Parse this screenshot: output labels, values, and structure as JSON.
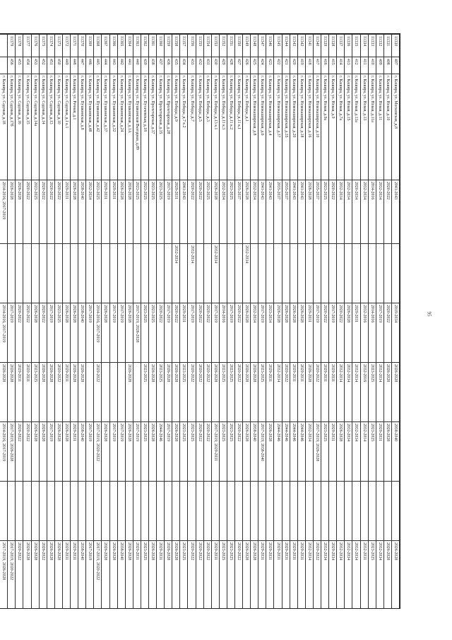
{
  "page_number": "95",
  "rows": [
    [
      "11330",
      "407",
      "г. Кашира, ул. Московская, д.8",
      "2041-2043",
      "",
      "2019-2034",
      "2026-2028",
      "2038-2040",
      "",
      "2026-2028"
    ],
    [
      "11331",
      "408",
      "г. Кашира, ул. Новая, д.10",
      "2020-2022",
      "",
      "2020-2022",
      "2026-2028",
      "2026-2028",
      "",
      "2026-2028"
    ],
    [
      "11332",
      "409",
      "г. Кашира, ул. Новая, д.11",
      "2032-2034",
      "",
      "2017-2019",
      "2032-2034",
      "2029-2031",
      "",
      "2032-2034"
    ],
    [
      "11333",
      "410",
      "г. Кашира, ул. Новая, д.11а",
      "2014-2016",
      "",
      "2014-2016",
      "2023-2025",
      "2023-2025",
      "",
      "2023-2025"
    ],
    [
      "11334",
      "411",
      "г. Кашира, ул. Новая, д.13",
      "2032-2034",
      "",
      "2032-2016",
      "2032-2016",
      "2032-2014",
      "",
      "2032-2031"
    ],
    [
      "11335",
      "412",
      "г. Кашира, ул. Новая, д.13а",
      "2020-2034",
      "",
      "2029-2031",
      "2032-2034",
      "2032-2034",
      "",
      "2032-2034"
    ],
    [
      "11336",
      "413",
      "г. Кашира, ул. Новая, д.15",
      "2032-2034",
      "",
      "2026-2028",
      "2032-2034",
      "2032-2034",
      "",
      "2032-2034"
    ],
    [
      "11337",
      "414",
      "г. Кашира, ул. Новая, д.7а",
      "2032-2034",
      "",
      "2020-2022",
      "2032-2034",
      "2026-2028",
      "",
      "2032-2034"
    ],
    [
      "11338",
      "415",
      "г. Кашира, ул. Новая, д.9",
      "2020-2022",
      "",
      "2017-2019",
      "2029-2031",
      "2029-2031",
      "",
      "2029-2034"
    ],
    [
      "11339",
      "416",
      "г. Кашира, ул. Новая, д.9а",
      "2023-2025",
      "",
      "2020-2022",
      "2029-2031",
      "2023-2025",
      "",
      "2032-2034"
    ],
    [
      "11340",
      "417",
      "г. Кашира, ул. Новокаширская, д.10",
      "2035-2037",
      "",
      "2017-2019",
      "2020-2022",
      "2017-2019, 2026-2028",
      "",
      "2020-2022"
    ],
    [
      "11341",
      "418",
      "г. Кашира, ул. Новокаширская, д.16",
      "2026-2028",
      "",
      "2029-2031",
      "2026-2028",
      "2032-2034",
      "",
      "2032-2034"
    ],
    [
      "11342",
      "419",
      "г. Кашира, ул. Новокаширская, д.18",
      "2041-2043",
      "",
      "2026-2028",
      "2029-2031",
      "2044-2046",
      "",
      "2029-2031"
    ],
    [
      "11343",
      "420",
      "г. Кашира, ул. Новокаширская, д.20",
      "2041-2043",
      "",
      "2026-2028",
      "2029-2031",
      "2044-2046",
      "",
      "2029-2031"
    ],
    [
      "11344",
      "421",
      "г. Кашира, ул. Новокаширская, д.35",
      "2035-2037",
      "",
      "2026-2028",
      "2020-2022",
      "2044-2046",
      "",
      "2029-2031"
    ],
    [
      "11345",
      "422",
      "г. Кашира, ул. Новокаширская, д.37",
      "2035-2037",
      "",
      "2026-2028",
      "2032-2034",
      "2044-2046",
      "",
      "2029-2031"
    ],
    [
      "11346",
      "423",
      "г. Кашира, ул. Новокаширская, д.4",
      "2041-2043",
      "",
      "2023-2034",
      "2029-2031",
      "2026-2028",
      "",
      "2029-2031"
    ],
    [
      "11347",
      "424",
      "г. Кашира, ул. Новокаширская, д.6",
      "2041-2043",
      "",
      "2017-2019",
      "2023-2025",
      "2017-2019, 2038-2040",
      "",
      "2029-2031"
    ],
    [
      "11348",
      "425",
      "г. Кашира, ул. Новокаширская, д.8",
      "2032-2034",
      "",
      "2032-2034",
      "2026-2028",
      "2038-2040",
      "",
      "2026-2028"
    ],
    [
      "11349",
      "426",
      "г. Кашира, ул. Победы, д.1",
      "2026-2028",
      "2032-2034",
      "2026-2028",
      "2026-2028",
      "2026-2028",
      "",
      "2026-2028"
    ],
    [
      "11350",
      "427",
      "г. Кашира, ул. Победы, д.11 к.1",
      "2035-2037",
      "",
      "2020-2022",
      "2020-2022",
      "2020-2022",
      "",
      "2020-2022"
    ],
    [
      "11351",
      "428",
      "г. Кашира, ул. Победы, д.11 к.2",
      "2023-2025",
      "",
      "2017-2019",
      "2023-2025",
      "2023-2025",
      "",
      "2023-2025"
    ],
    [
      "11352",
      "429",
      "г. Кашира, ул. Победы, д.11 к.3",
      "2032-2034",
      "",
      "2014-2016",
      "2023-2025",
      "2023-2025",
      "",
      "2023-2025"
    ],
    [
      "11353",
      "430",
      "г. Кашира, ул. Победы, д.13 к.1",
      "2026-2028",
      "2032-2034",
      "2017-2019",
      "2026-2028",
      "2017-2019, 2029-2031",
      "",
      "2029-2031"
    ],
    [
      "11354",
      "431",
      "г. Кашира, ул. Победы, д.3",
      "2023-2025",
      "",
      "2020-2022",
      "2020-2022",
      "2020-2022",
      "",
      "2020-2022"
    ],
    [
      "11355",
      "432",
      "г. Кашира, ул. Победы, д.5",
      "2020-2022",
      "",
      "2020-2022",
      "2020-2022",
      "2020-2022",
      "",
      "2020-2022"
    ],
    [
      "11356",
      "433",
      "г. Кашира, ул. Победы, д.7",
      "2020-2022",
      "2032-2034",
      "2017-2019",
      "2020-2022",
      "2023-2025",
      "",
      "2020-2022"
    ],
    [
      "11357",
      "434",
      "г. Кашира, ул. Победы, д.7 к.2",
      "2041-2043",
      "",
      "2029-2031",
      "2023-2025",
      "2023-2025",
      "",
      "2023-2025"
    ],
    [
      "11358",
      "435",
      "г. Кашира, ул. Победы, д.9",
      "2029-2031",
      "2032-2034",
      "2020-2022",
      "2026-2028",
      "2026-2028",
      "",
      "2026-2028"
    ],
    [
      "11359",
      "436",
      "г. Кашира, ул. Пролетарская, д.28",
      "2017-2019",
      "",
      "2017-2019",
      "2026-2028",
      "2017-2019",
      "",
      "2026-2028"
    ],
    [
      "11360",
      "437",
      "г. Кашира, ул. Пролетарская, д.35",
      "2023-2025",
      "",
      "2020-2022",
      "2023-2025",
      "2044-2046",
      "",
      "2029-2031"
    ],
    [
      "11361",
      "438",
      "г. Кашира, ул. Пролетарская, д.37",
      "2023-2025",
      "",
      "2023-2025",
      "2026-2028",
      "2026-2028",
      "",
      "2026-2028"
    ],
    [
      "11362",
      "439",
      "г. Кашира, ул. Пугачевская, д.18",
      "2023-2025",
      "",
      "2023-2025",
      "2023-2025",
      "2023-2025",
      "",
      "2023-2025"
    ],
    [
      "11363",
      "440",
      "г. Кашира, ул. Пушкинская Выездная, д.89",
      "2023-2025",
      "",
      "2017-2019, 2026-2028",
      "",
      "2017-2019",
      "",
      "2029-2031"
    ],
    [
      "11364",
      "441",
      "г. Кашира, ул. Пушкинская, д.1А",
      "2026-2028",
      "",
      "2026-2028",
      "2026-2028",
      "2026-2028",
      "",
      "2026-2028"
    ],
    [
      "11365",
      "442",
      "г. Кашира, ул. Пушкинская, д.24",
      "2026-2028",
      "",
      "2017-2019",
      "",
      "2017-2019",
      "",
      "2038-2040"
    ],
    [
      "11366",
      "443",
      "г. Кашира, ул. Пушкинская, д.32",
      "2029-2031",
      "",
      "2017-2019",
      "",
      "2017-2019",
      "",
      "2026-2028"
    ],
    [
      "11367",
      "444",
      "г. Кашира, ул. Пушкинская, д.37",
      "2029-2031",
      "",
      "2026-2028",
      "",
      "2026-2028",
      "",
      "2026-2028"
    ],
    [
      "11368",
      "445",
      "г. Кашира, ул. Пушкинская, д.42",
      "2023-2025",
      "",
      "2014-2016, 2017-2019",
      "2029-2022",
      "2017-2019, 2020-2022",
      "",
      "2017-2019, 2020-2022"
    ],
    [
      "11369",
      "446",
      "г. Кашира, ул. Пушкинская, д.48",
      "2032-2034",
      "",
      "2017-2019",
      "",
      "2017-2019",
      "",
      "2017-2019"
    ],
    [
      "11370",
      "447",
      "г. Кашира, ул. Пушкинская, д.8",
      "2038-2040",
      "",
      "2038-2040",
      "2026-2028",
      "2038-2040",
      "",
      "2038-2040"
    ],
    [
      "11371",
      "448",
      "г. Кашира, ул. Речная, д.1",
      "2026-2028",
      "",
      "2026-2028",
      "2026-2028",
      "2029-2031",
      "",
      "2029-2031"
    ],
    [
      "11372",
      "449",
      "г. Кашира, ул. Садовая, д.1 к.1",
      "2029-2031",
      "",
      "2026-2028",
      "2029-2031",
      "2026-2028",
      "",
      "2029-2031"
    ],
    [
      "11373",
      "450",
      "г. Кашира, ул. Садовая, д.10",
      "2020-2022",
      "",
      "2023-2025",
      "2020-2022",
      "2026-2028",
      "",
      "2026-2028"
    ],
    [
      "11374",
      "451",
      "г. Кашира, ул. Садовая, д.13",
      "2020-2022",
      "",
      "2017-2019",
      "2026-2028",
      "2017-2019",
      "",
      "2026-2028"
    ],
    [
      "11375",
      "452",
      "г. Кашира, ул. Садовая, д.14",
      "2020-2022",
      "",
      "2020-2022",
      "2026-2028",
      "2026-2028",
      "",
      "2026-2022"
    ],
    [
      "11376",
      "453",
      "г. Кашира, ул. Садовая, д.14а",
      "2023-2025",
      "",
      "2026-2028",
      "2023-2025",
      "2026-2028",
      "",
      "2026-2028"
    ],
    [
      "11377",
      "454",
      "г. Кашира, ул. Садовая, д.15",
      "2020-2022",
      "",
      "2020-2022",
      "2020-2031",
      "2020-2022",
      "",
      "2026-2028"
    ],
    [
      "11378",
      "455",
      "г. Кашира, ул. Садовая, д.16",
      "2026-2028",
      "",
      "2020-2022",
      "2029-2031",
      "2020-2022",
      "",
      "2020-2022"
    ],
    [
      "11379",
      "456",
      "г. Кашира, ул. Садовая, д.17б",
      "2026-2028",
      "",
      "2017-2019",
      "2026-2028",
      "2017-2019, 2026-2028",
      "",
      "2017-2019, 2020-2022"
    ],
    [
      "",
      "",
      "г. Кашира, ул. Садовая, д.18",
      "2014-2016, 2017-2019",
      "",
      "2014-2016, 2017-2019",
      "2026-2028",
      "2014-2016, 2017-2019",
      "",
      "2017-2019, 2026-2028"
    ]
  ]
}
